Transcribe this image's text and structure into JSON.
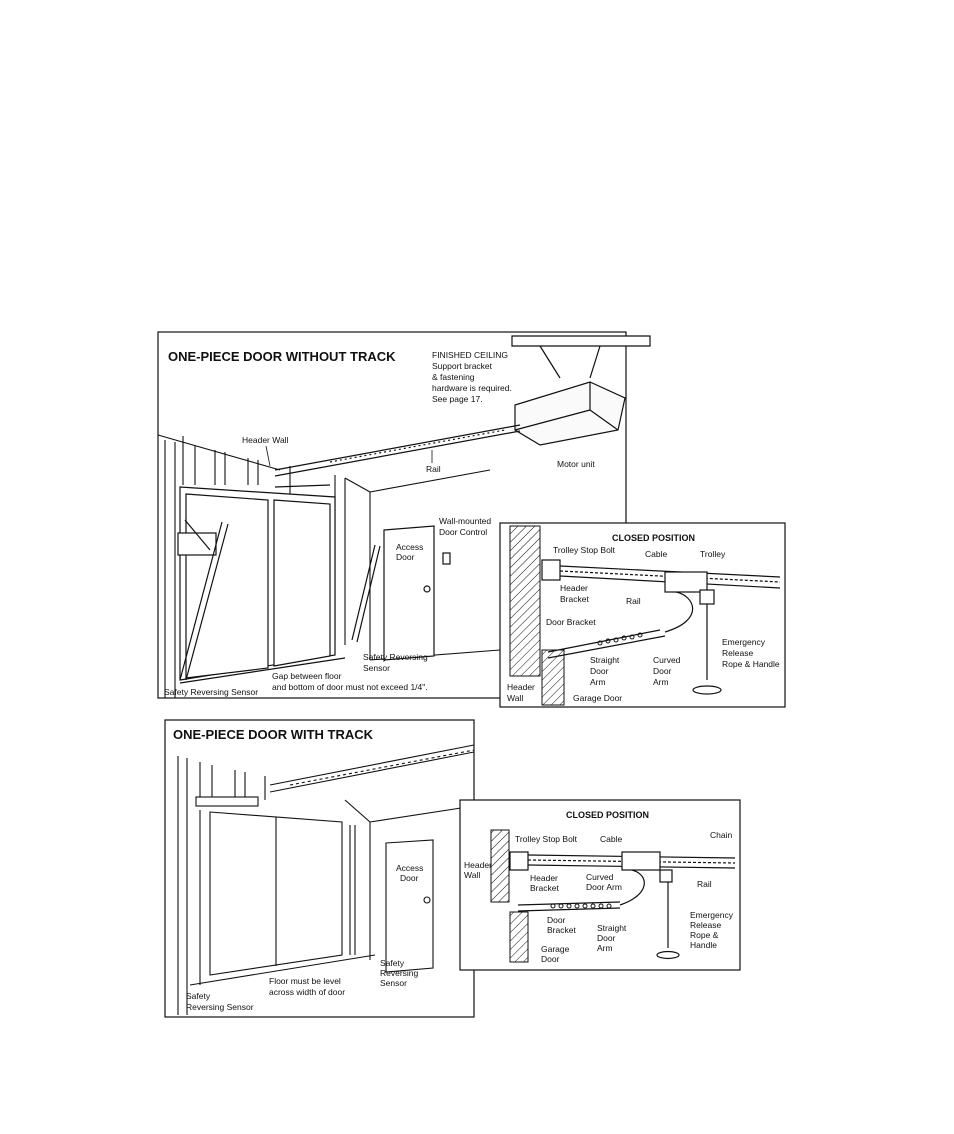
{
  "panel_top": {
    "title": "ONE-PIECE DOOR WITHOUT TRACK",
    "ceiling_note": [
      "FINISHED CEILING",
      "Support bracket",
      "& fastening",
      "hardware is required.",
      "See page 17."
    ],
    "header_wall": "Header Wall",
    "rail": "Rail",
    "motor_unit": "Motor unit",
    "wall_control": [
      "Wall-mounted",
      "Door Control"
    ],
    "access_door": [
      "Access",
      "Door"
    ],
    "safety_sensor_right": [
      "Safety Reversing",
      "Sensor"
    ],
    "gap_note": [
      "Gap between floor",
      "and bottom of door must not exceed 1/4\"."
    ],
    "safety_sensor_left": "Safety Reversing Sensor"
  },
  "inset_top": {
    "title": "CLOSED POSITION",
    "trolley_stop_bolt": "Trolley Stop Bolt",
    "cable": "Cable",
    "trolley": "Trolley",
    "header_bracket": [
      "Header",
      "Bracket"
    ],
    "rail": "Rail",
    "door_bracket": "Door Bracket",
    "straight_arm": [
      "Straight",
      "Door",
      "Arm"
    ],
    "curved_arm": [
      "Curved",
      "Door",
      "Arm"
    ],
    "emergency": [
      "Emergency",
      "Release",
      "Rope & Handle"
    ],
    "header_wall": [
      "Header",
      "Wall"
    ],
    "garage_door": "Garage Door"
  },
  "panel_bottom": {
    "title": "ONE-PIECE DOOR WITH TRACK",
    "access_door": [
      "Access",
      "Door"
    ],
    "safety_sensor_right": [
      "Safety",
      "Reversing",
      "Sensor"
    ],
    "floor_note": [
      "Floor must be level",
      "across width of door"
    ],
    "safety_sensor_left": [
      "Safety",
      "Reversing Sensor"
    ]
  },
  "inset_bottom": {
    "title": "CLOSED POSITION",
    "trolley_stop_bolt": "Trolley Stop Bolt",
    "cable": "Cable",
    "chain": "Chain",
    "header_wall": [
      "Header",
      "Wall"
    ],
    "header_bracket": [
      "Header",
      "Bracket"
    ],
    "curved_arm": [
      "Curved",
      "Door Arm"
    ],
    "rail": "Rail",
    "door_bracket": [
      "Door",
      "Bracket"
    ],
    "straight_arm": [
      "Straight",
      "Door",
      "Arm"
    ],
    "garage_door": [
      "Garage",
      "Door"
    ],
    "emergency": [
      "Emergency",
      "Release",
      "Rope &",
      "Handle"
    ]
  }
}
